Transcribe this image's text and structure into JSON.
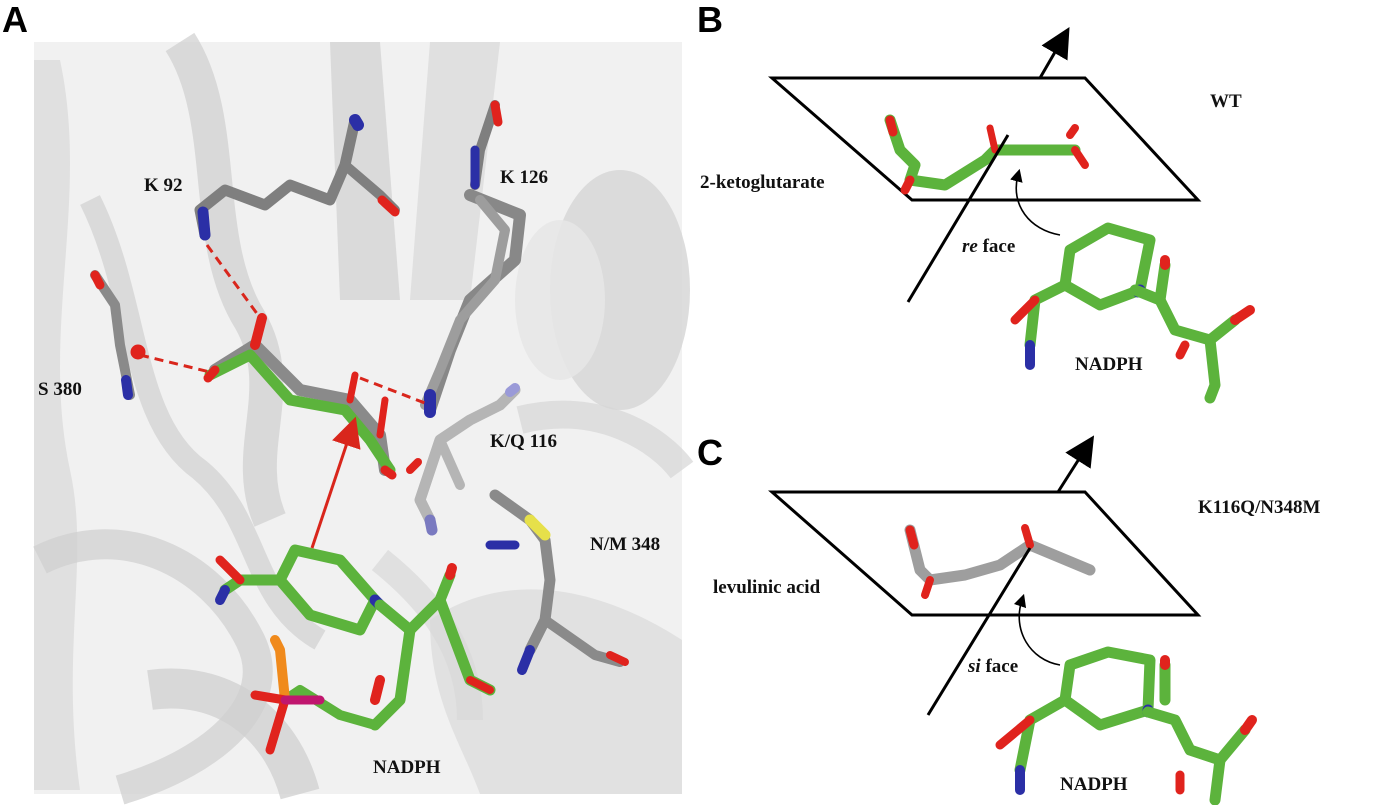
{
  "panels": {
    "A": {
      "letter": "A",
      "residues": {
        "k92": "K 92",
        "k126": "K 126",
        "s380": "S 380",
        "kq116": "K/Q 116",
        "nm348": "N/M 348",
        "nadph": "NADPH"
      }
    },
    "B": {
      "letter": "B",
      "variant": "WT",
      "substrate": "2-ketoglutarate",
      "face_italic": "re",
      "face_word": " face",
      "cofactor": "NADPH"
    },
    "C": {
      "letter": "C",
      "variant": "K116Q/N348M",
      "substrate": "levulinic acid",
      "face_italic": "si",
      "face_word": " face",
      "cofactor": "NADPH"
    }
  },
  "colors": {
    "carbon_green": "#5cb33c",
    "carbon_gray": "#7f7f7f",
    "carbon_lightgray": "#b5b5b5",
    "oxygen": "#e0231d",
    "nitrogen": "#2b2fa6",
    "sulfur": "#e6e04a",
    "phosphorus": "#f08a1c",
    "ribbon": "#d9d9d9",
    "hbond": "#d9261c",
    "arrow": "#d9261c"
  }
}
